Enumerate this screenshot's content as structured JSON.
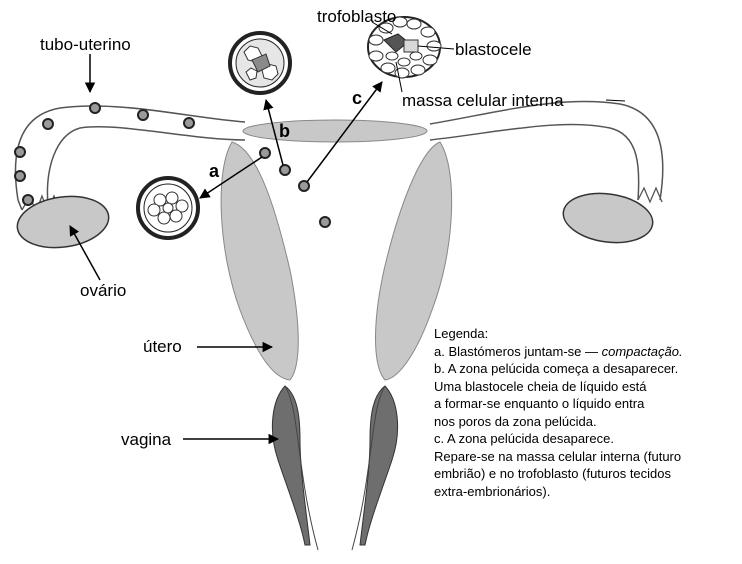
{
  "labels": {
    "tubo_uterino": "tubo-uterino",
    "trofoblasto": "trofoblasto",
    "blastocele": "blastocele",
    "massa_celular_interna": "massa celular interna",
    "ovario": "ovário",
    "utero": "útero",
    "vagina": "vagina"
  },
  "steps": {
    "a": "a",
    "b": "b",
    "c": "c"
  },
  "legend": {
    "title": "Legenda:",
    "line_a_prefix": "a. Blastómeros juntam-se — ",
    "line_a_term": "compactação.",
    "lines": [
      "b. A zona pelúcida começa a desaparecer.",
      "Uma blastocele cheia de líquido está",
      "a formar-se enquanto o líquido entra",
      "nos poros da zona pelúcida.",
      "c. A zona pelúcida desaparece.",
      "Repare-se na massa celular interna (futuro",
      "embrião) e no trofoblasto (futuros tecidos",
      "extra-embrionários)."
    ]
  },
  "colors": {
    "organ_gray": "#c8c8c8",
    "vagina_dark": "#6e6e6e",
    "outline": "#222222"
  }
}
